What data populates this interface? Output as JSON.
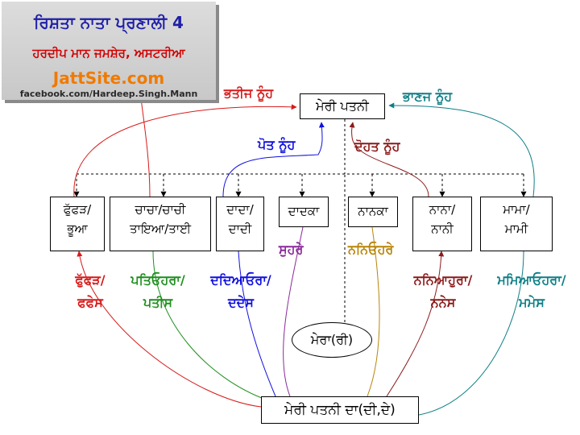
{
  "header": {
    "title": "ਰਿਸ਼ਤਾ ਨਾਤਾ ਪ੍ਰਣਾਲੀ 4",
    "author": "ਹਰਦੀਪ ਮਾਨ ਜਮਸ਼ੇਰ, ਅਸਟਰੀਆ",
    "site": "JattSite.com",
    "facebook": "facebook.com/Hardeep.Singh.Mann"
  },
  "nodes": {
    "spouse": "ਮੇਰੀ ਪਤਨੀ",
    "fufarh": [
      "ਫੁੱਫੜ/",
      "ਭੂਆ"
    ],
    "chacha": [
      "ਚਾਚਾ/ਚਾਚੀ",
      "ਤਾਇਆ/ਤਾਈ"
    ],
    "dada": [
      "ਦਾਦਾ/",
      "ਦਾਦੀ"
    ],
    "dadka": "ਦਾਦਕਾ",
    "nanka": "ਨਾਨਕਾ",
    "nana": [
      "ਨਾਨਾ/",
      "ਨਾਨੀ"
    ],
    "mama": [
      "ਮਾਮਾ/",
      "ਮਾਮੀ"
    ],
    "self": "ਮੇਰਾ(ਰੀ)",
    "origin": "ਮੇਰੀ ਪਤਨੀ ਦਾ(ਦੀ,ਦੇ)"
  },
  "top_labels": {
    "bhatij_nooh": "ਭਤੀਜ ਨੂੰਹ",
    "bhanaj_nooh": "ਭਾਣਜ ਨੂੰਹ",
    "pot_nooh": "ਪੋਤ ਨੂੰਹ",
    "dohat_nooh": "ਦੋਹਤ ਨੂੰਹ"
  },
  "mid_labels": {
    "suhre": "ਸੁਹਰੇ",
    "naniohre": "ਨਨਿਓਹਰੇ"
  },
  "bottom_labels": {
    "fufes": [
      "ਫੁੱਫੜ/",
      "ਫਫੇਸ"
    ],
    "patis": [
      "ਪਤਿਓਹਰਾ/",
      "ਪਤੀਸ"
    ],
    "dades": [
      "ਦਦਿਆਓਰਾ/",
      "ਦਦੇਸ"
    ],
    "nanes": [
      "ਨਨਿਆਹੁਰਾ/",
      "ਨਨੇਸ"
    ],
    "mames": [
      "ਮਮਿਆਓਹਰਾ/",
      "ਮਮੇਸ"
    ]
  },
  "colors": {
    "red": "#d81a1a",
    "maroon": "#8b1a1a",
    "blue": "#1010e0",
    "teal": "#0e7f86",
    "green": "#1f8f1f",
    "purple": "#8a2a9a",
    "gold": "#b8860b",
    "title_blue": "#1f1fa8",
    "site_orange": "#f07a00"
  }
}
